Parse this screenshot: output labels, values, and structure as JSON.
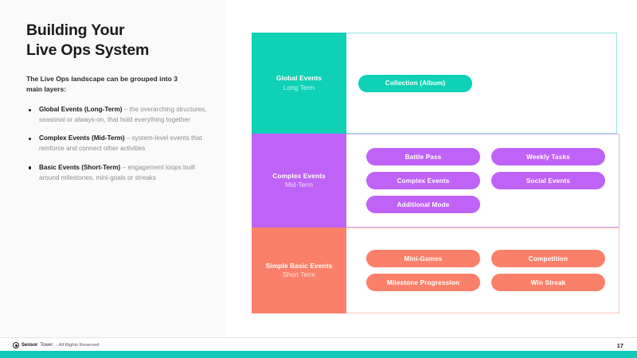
{
  "slide": {
    "title_line_1": "Building Your",
    "title_line_2": "Live Ops System",
    "intro": "The Live Ops landscape can be grouped into 3 main layers:",
    "bullets": [
      {
        "lead": "Global Events (Long-Term)",
        "rest": " – the overarching structures, seasonal or always-on, that hold everything together"
      },
      {
        "lead": "Complex Events (Mid-Term)",
        "rest": " – system-level events that reinforce and connect other activities"
      },
      {
        "lead": "Basic Events (Short-Term)",
        "rest": " – engagement loops built around milestones, mini-goals or streaks"
      }
    ]
  },
  "diagram": {
    "rows": [
      {
        "name": "Global Events",
        "term": "Long Term",
        "color": "#0ed1b6",
        "border_color": "#8fe8dd",
        "items": [
          "Collection (Album)"
        ]
      },
      {
        "name": "Complex Events",
        "term": "Mid-Term",
        "color": "#bf62f7",
        "border_color": "#dca9fb",
        "items": [
          "Battle Pass",
          "Weekly Tasks",
          "Complex Events",
          "Social Events",
          "Additional Mode"
        ]
      },
      {
        "name": "Simple Basic Events",
        "term": "Short Term",
        "color": "#fb8069",
        "border_color": "#fcc2b6",
        "items": [
          "Mini-Games",
          "Competition",
          "Milestone Progression",
          "Win Streak"
        ]
      }
    ]
  },
  "footer": {
    "logo_primary": "Sensor",
    "logo_secondary": "Tower",
    "rights": "- All Rights Reserved",
    "page_number": "17",
    "accent_color": "#11c8b6"
  }
}
